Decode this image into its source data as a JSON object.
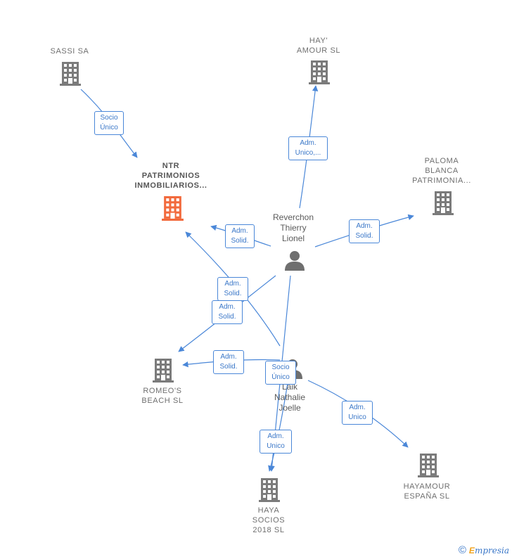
{
  "companies": {
    "sassi": "SASSI SA",
    "hayamour_sl": [
      "HAY'",
      "AMOUR  SL"
    ],
    "ntr": [
      "NTR",
      "PATRIMONIOS",
      "INMOBILIARIOS..."
    ],
    "paloma": [
      "PALOMA",
      "BLANCA",
      "PATRIMONIA..."
    ],
    "romeos": [
      "ROMEO'S",
      "BEACH  SL"
    ],
    "haya_socios": [
      "HAYA",
      "SOCIOS",
      "2018  SL"
    ],
    "hayamour_espana": [
      "HAYAMOUR",
      "ESPAÑA  SL"
    ]
  },
  "persons": {
    "reverchon": [
      "Reverchon",
      "Thierry",
      "Lionel"
    ],
    "laik": [
      "Laik",
      "Nathalie",
      "Joelle"
    ]
  },
  "edges": {
    "sassi_ntr": [
      "Socio",
      "Único"
    ],
    "rev_hayamour": [
      "Adm.",
      "Unico,..."
    ],
    "rev_ntr": [
      "Adm.",
      "Solid."
    ],
    "rev_paloma": [
      "Adm.",
      "Solid."
    ],
    "laik_ntr": [
      "Adm.",
      "Solid."
    ],
    "rev_romeos": [
      "Adm.",
      "Solid."
    ],
    "laik_romeos": [
      "Adm.",
      "Solid."
    ],
    "rev_haya": [
      "Socio",
      "Único"
    ],
    "laik_haya": [
      "Adm.",
      "Unico"
    ],
    "laik_hayamour_espana": [
      "Adm.",
      "Unico"
    ]
  },
  "colors": {
    "edge": "#4a87d8",
    "building": "#7b7b7b",
    "building_focus": "#f26a3d",
    "person": "#6f6f6f"
  },
  "footer": {
    "copyright": "©",
    "brand_initial": "E",
    "brand_rest": "mpresia"
  }
}
